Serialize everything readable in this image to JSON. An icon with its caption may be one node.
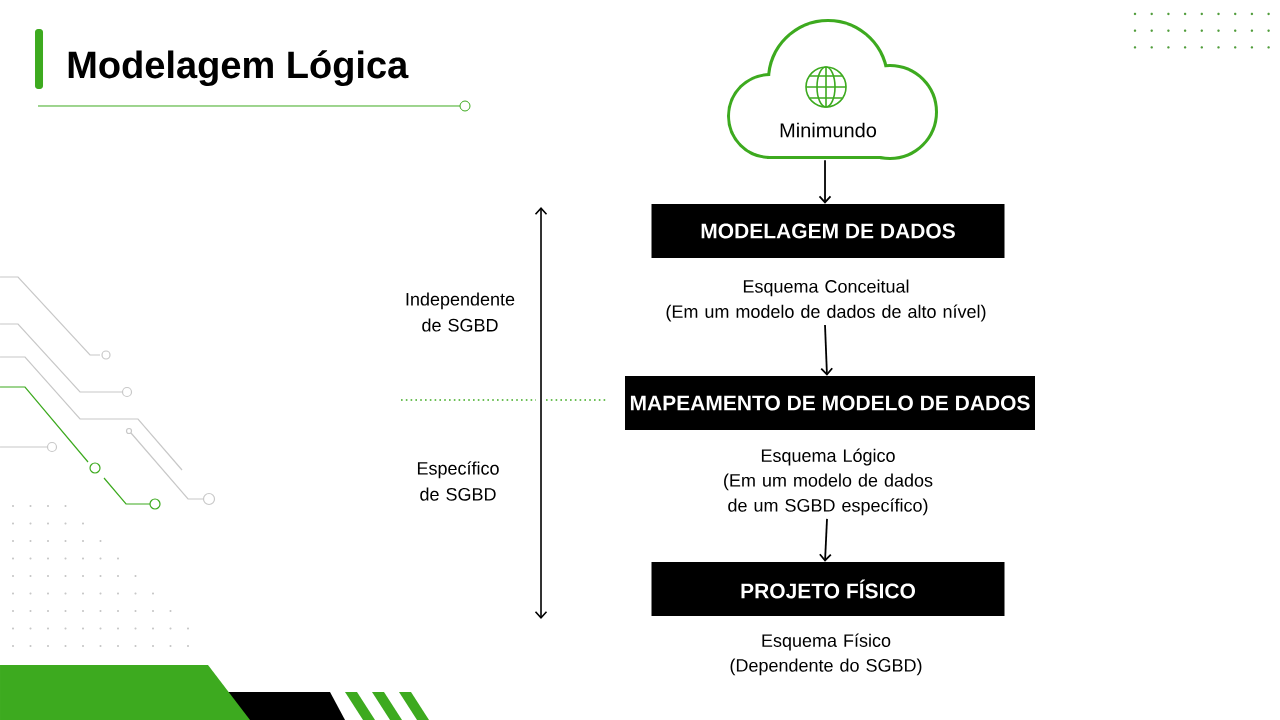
{
  "diagram": {
    "title": "Modelagem Lógica",
    "nodes": [
      {
        "text": [
          "Minimundo"
        ]
      },
      {
        "text": [
          "MODELAGEM DE DADOS"
        ],
        "beside": [
          "Esquema Conceitual",
          "(Em um modelo de dados de alto nível)"
        ]
      },
      {
        "text": [
          "MAPEAMENTO DE MODELO DE DADOS"
        ],
        "beside": [
          "Esquema Lógico",
          "(Em um modelo de dados de um SGBD específico)"
        ]
      },
      {
        "text": [
          "PROJETO FÍSICO"
        ],
        "beside": [
          "Esquema Físico",
          "(Dependente do SGBD)"
        ]
      }
    ],
    "edges": [
      {
        "from": 0,
        "to": 1,
        "arrow": "to"
      },
      {
        "from": 1,
        "to": 2,
        "arrow": "to"
      },
      {
        "from": 2,
        "to": 3,
        "arrow": "to"
      }
    ],
    "labels": [
      "Independente de SGBD",
      "Específico de SGBD"
    ]
  }
}
